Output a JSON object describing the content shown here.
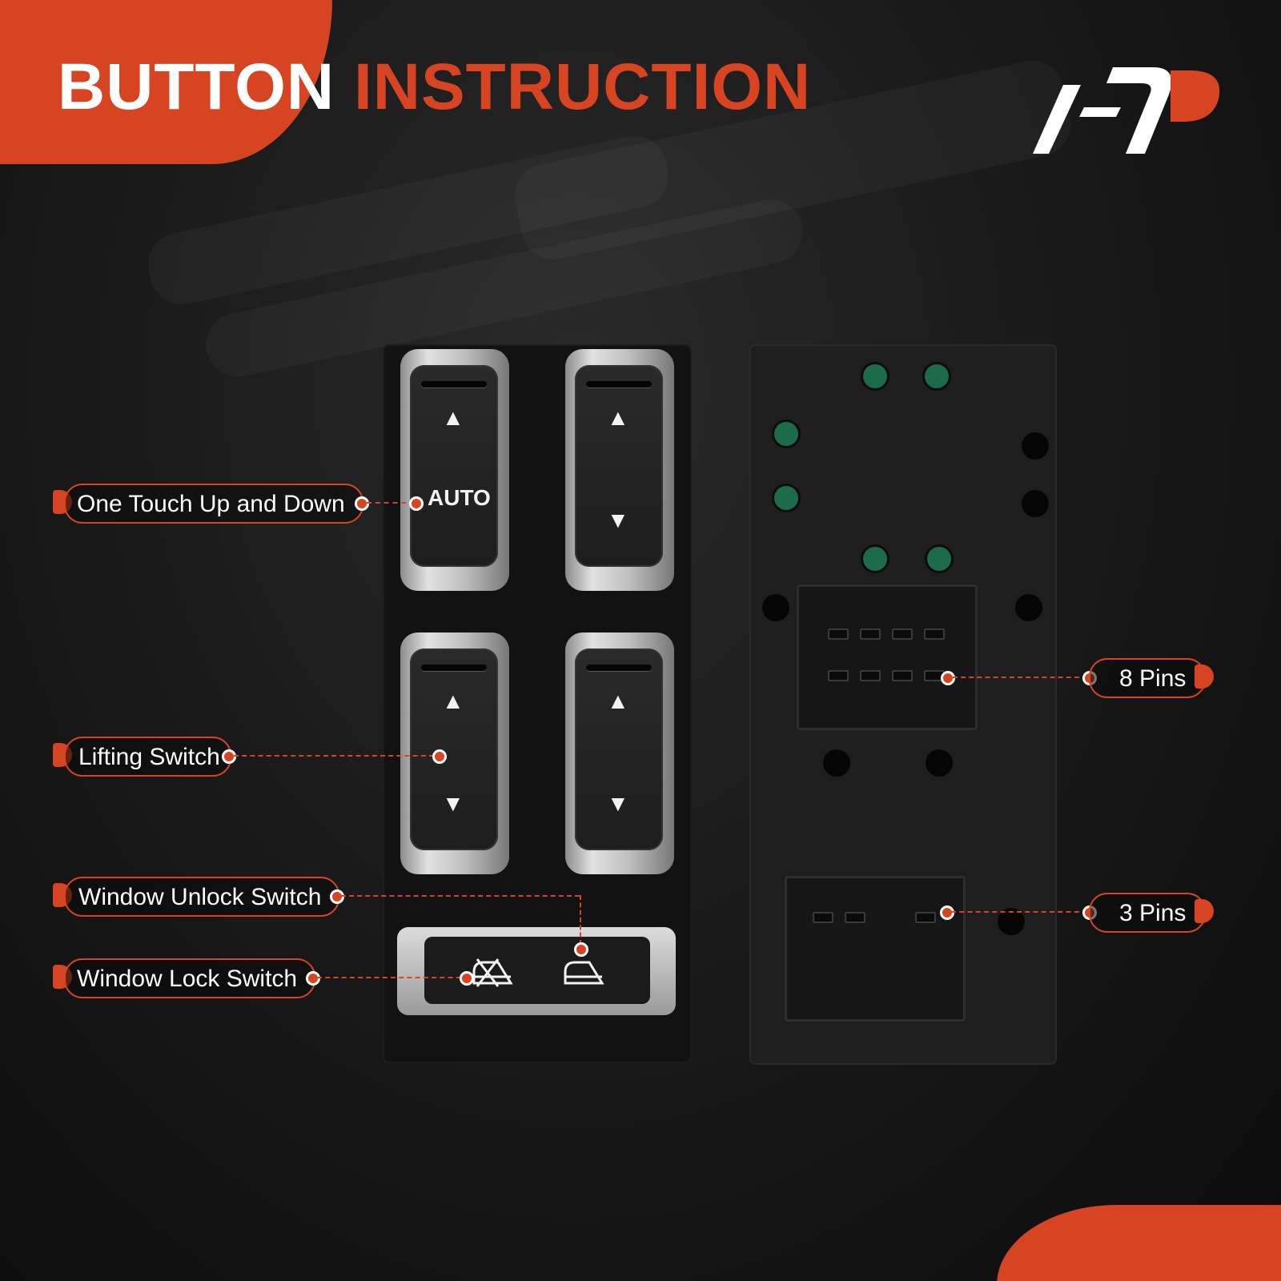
{
  "header": {
    "title_white": "BUTTON",
    "title_red": "INSTRUCTION"
  },
  "brand": {
    "logo_name": "brand-logo"
  },
  "switch_panel": {
    "auto_label": "AUTO",
    "up_glyph": "▲",
    "down_glyph": "▼"
  },
  "callouts": {
    "one_touch": "One Touch Up and Down",
    "lifting": "Lifting Switch",
    "window_unlock": "Window Unlock Switch",
    "window_lock": "Window Lock Switch",
    "pins8": "8 Pins",
    "pins3": "3 Pins"
  },
  "colors": {
    "accent": "#d64422",
    "background": "#141414",
    "text": "#ffffff"
  }
}
